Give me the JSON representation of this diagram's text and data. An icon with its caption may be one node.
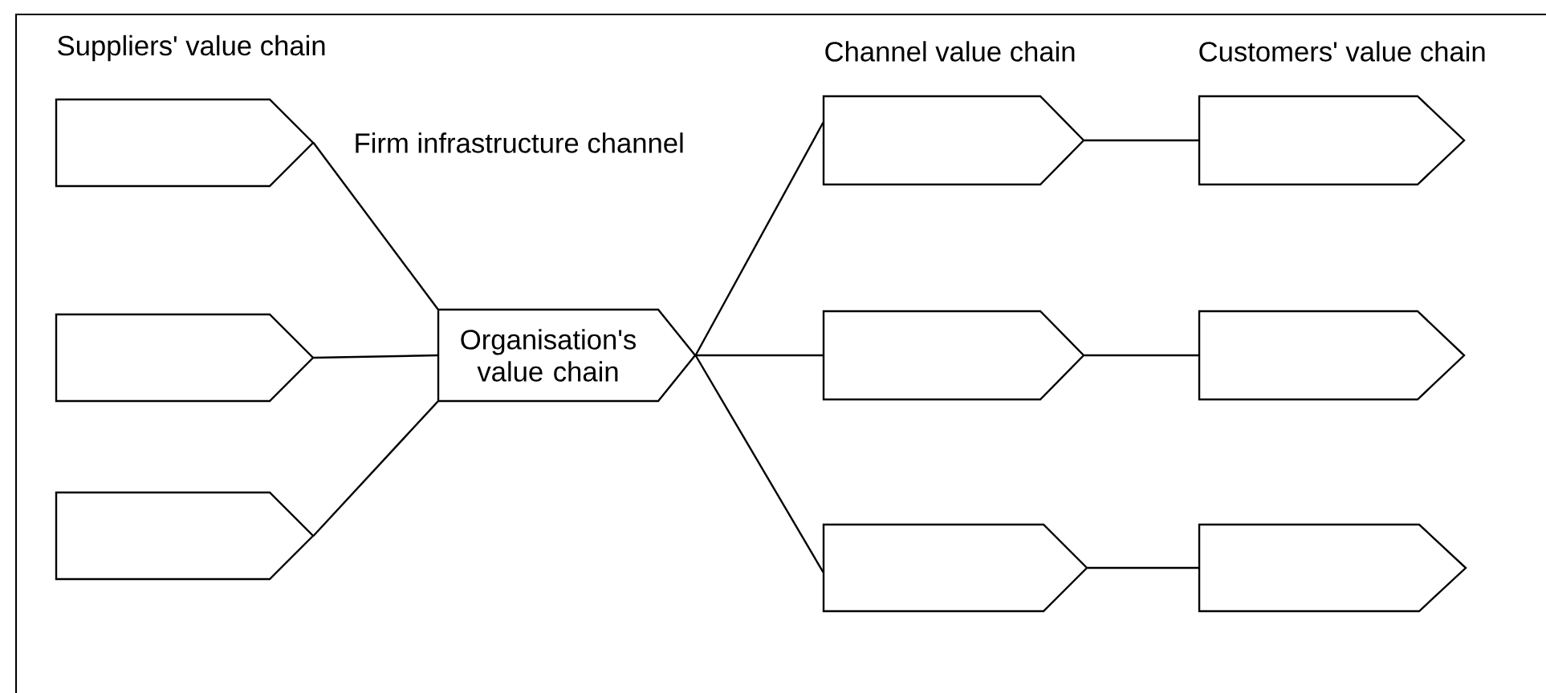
{
  "diagram": {
    "nodes": [
      {
        "text": [],
        "shape": "pentagon"
      },
      {
        "text": [],
        "shape": "pentagon"
      },
      {
        "text": [],
        "shape": "pentagon"
      },
      {
        "text": [
          "Organisation's value chain"
        ]
      },
      {
        "text": [],
        "shape": "pentagon"
      },
      {
        "text": [],
        "shape": "pentagon"
      },
      {
        "text": [],
        "shape": "pentagon"
      },
      {
        "text": [],
        "shape": "pentagon"
      },
      {
        "text": [],
        "shape": "pentagon"
      },
      {
        "text": [],
        "shape": "pentagon"
      }
    ],
    "edges": [
      {
        "from": 0,
        "to": 3,
        "arrow": "none"
      },
      {
        "from": 1,
        "to": 3,
        "arrow": "none"
      },
      {
        "from": 2,
        "to": 3,
        "arrow": "none"
      },
      {
        "from": 3,
        "to": 4,
        "arrow": "none"
      },
      {
        "from": 3,
        "to": 5,
        "arrow": "none"
      },
      {
        "from": 3,
        "to": 6,
        "arrow": "none"
      },
      {
        "from": 4,
        "to": 7,
        "arrow": "none"
      },
      {
        "from": 5,
        "to": 8,
        "arrow": "none"
      },
      {
        "from": 6,
        "to": 9,
        "arrow": "none"
      }
    ],
    "labels": [
      "Suppliers' value chain",
      "Firm infrastructure channel",
      "Channel value chain",
      "Customers' value chain"
    ]
  }
}
